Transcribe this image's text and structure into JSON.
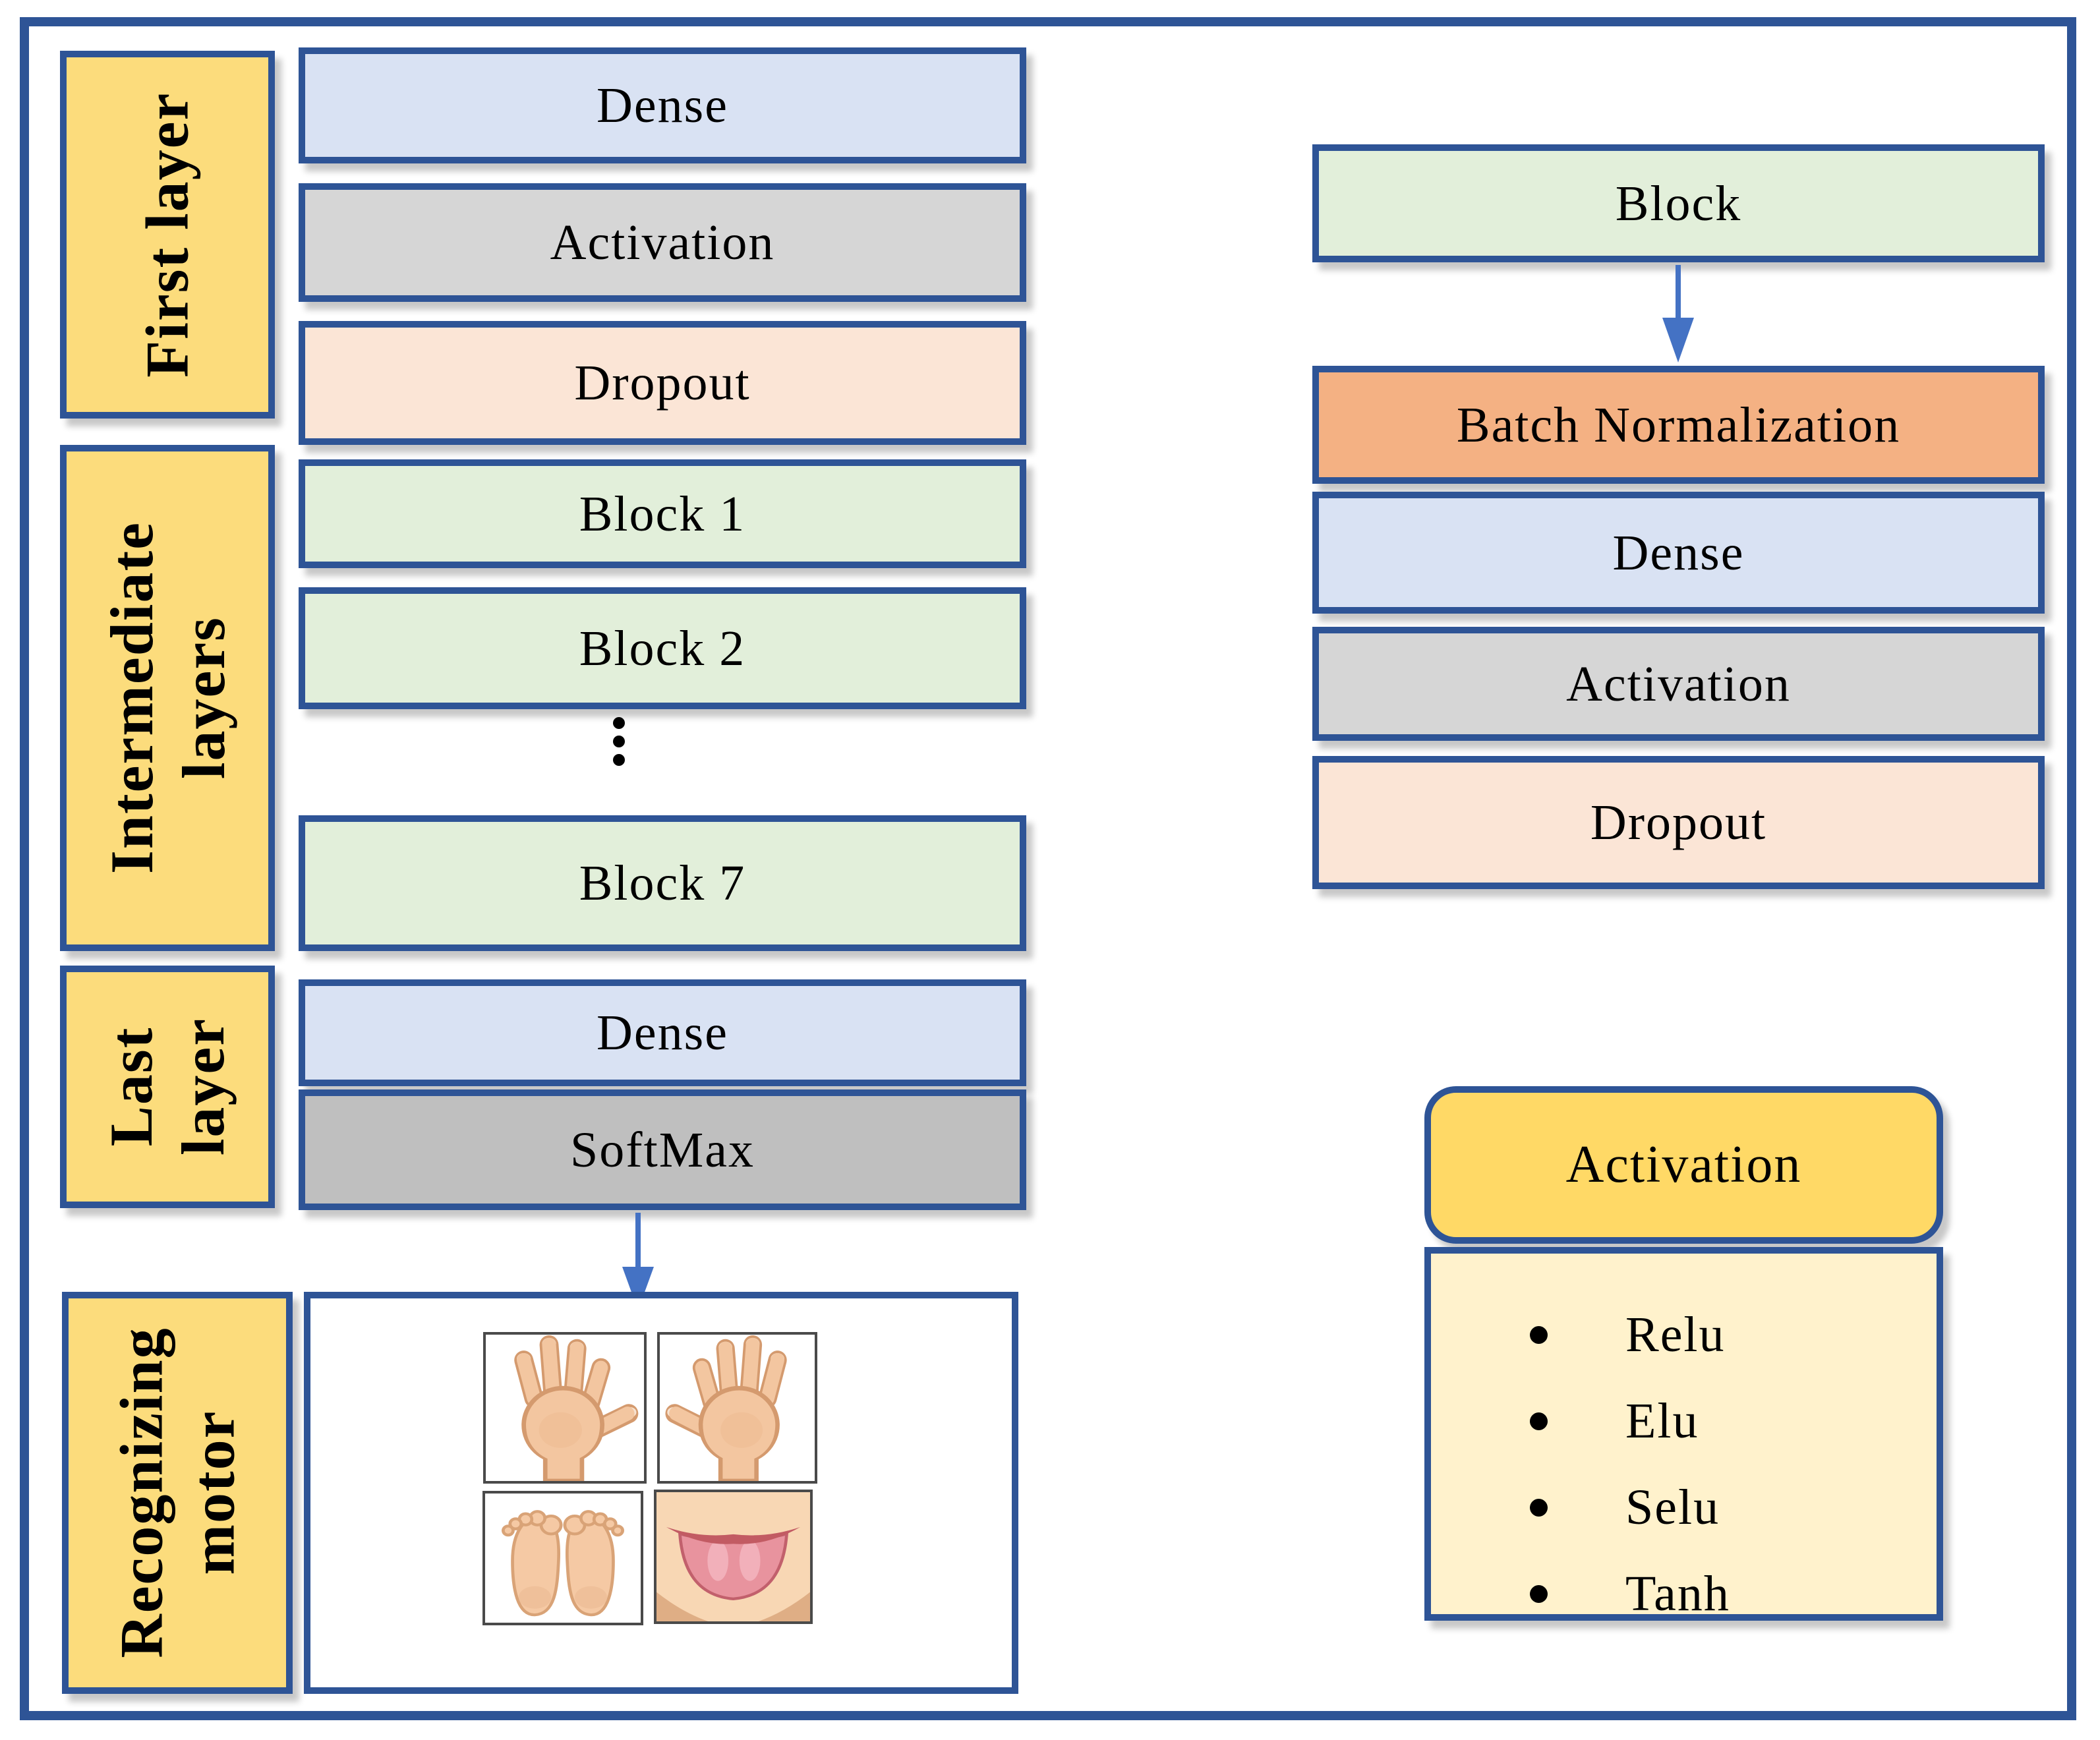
{
  "colors": {
    "border_navy": "#2e5496",
    "arrow_blue": "#4472c4",
    "label_yellow": "#fcdc7c",
    "header_yellow": "#ffd966",
    "list_cream": "#fff2cc",
    "dense_blue": "#d9e2f3",
    "activation_gray": "#d6d6d6",
    "softmax_gray": "#bfbfbf",
    "dropout_peach": "#fbe5d6",
    "block_green": "#e2efda",
    "batchnorm_orange": "#f4b183"
  },
  "left": {
    "labels": {
      "first": "First layer",
      "intermediate_line1": "Intermediate",
      "intermediate_line2": "layers",
      "last_line1": "Last",
      "last_line2": "layer",
      "recognizing_line1": "Recognizing",
      "recognizing_line2": "motor"
    },
    "stack": {
      "dense1": "Dense",
      "activation1": "Activation",
      "dropout1": "Dropout",
      "block1": "Block 1",
      "block2": "Block 2",
      "block7": "Block 7",
      "dense2": "Dense",
      "softmax": "SoftMax"
    },
    "images": {
      "top_left": "hand",
      "top_right": "hand",
      "bottom_left": "feet",
      "bottom_right": "tongue"
    }
  },
  "right": {
    "stack": {
      "block": "Block",
      "batch_norm": "Batch Normalization",
      "dense": "Dense",
      "activation": "Activation",
      "dropout": "Dropout"
    },
    "activation_panel": {
      "header": "Activation",
      "items": [
        "Relu",
        "Elu",
        "Selu",
        "Tanh"
      ]
    }
  }
}
